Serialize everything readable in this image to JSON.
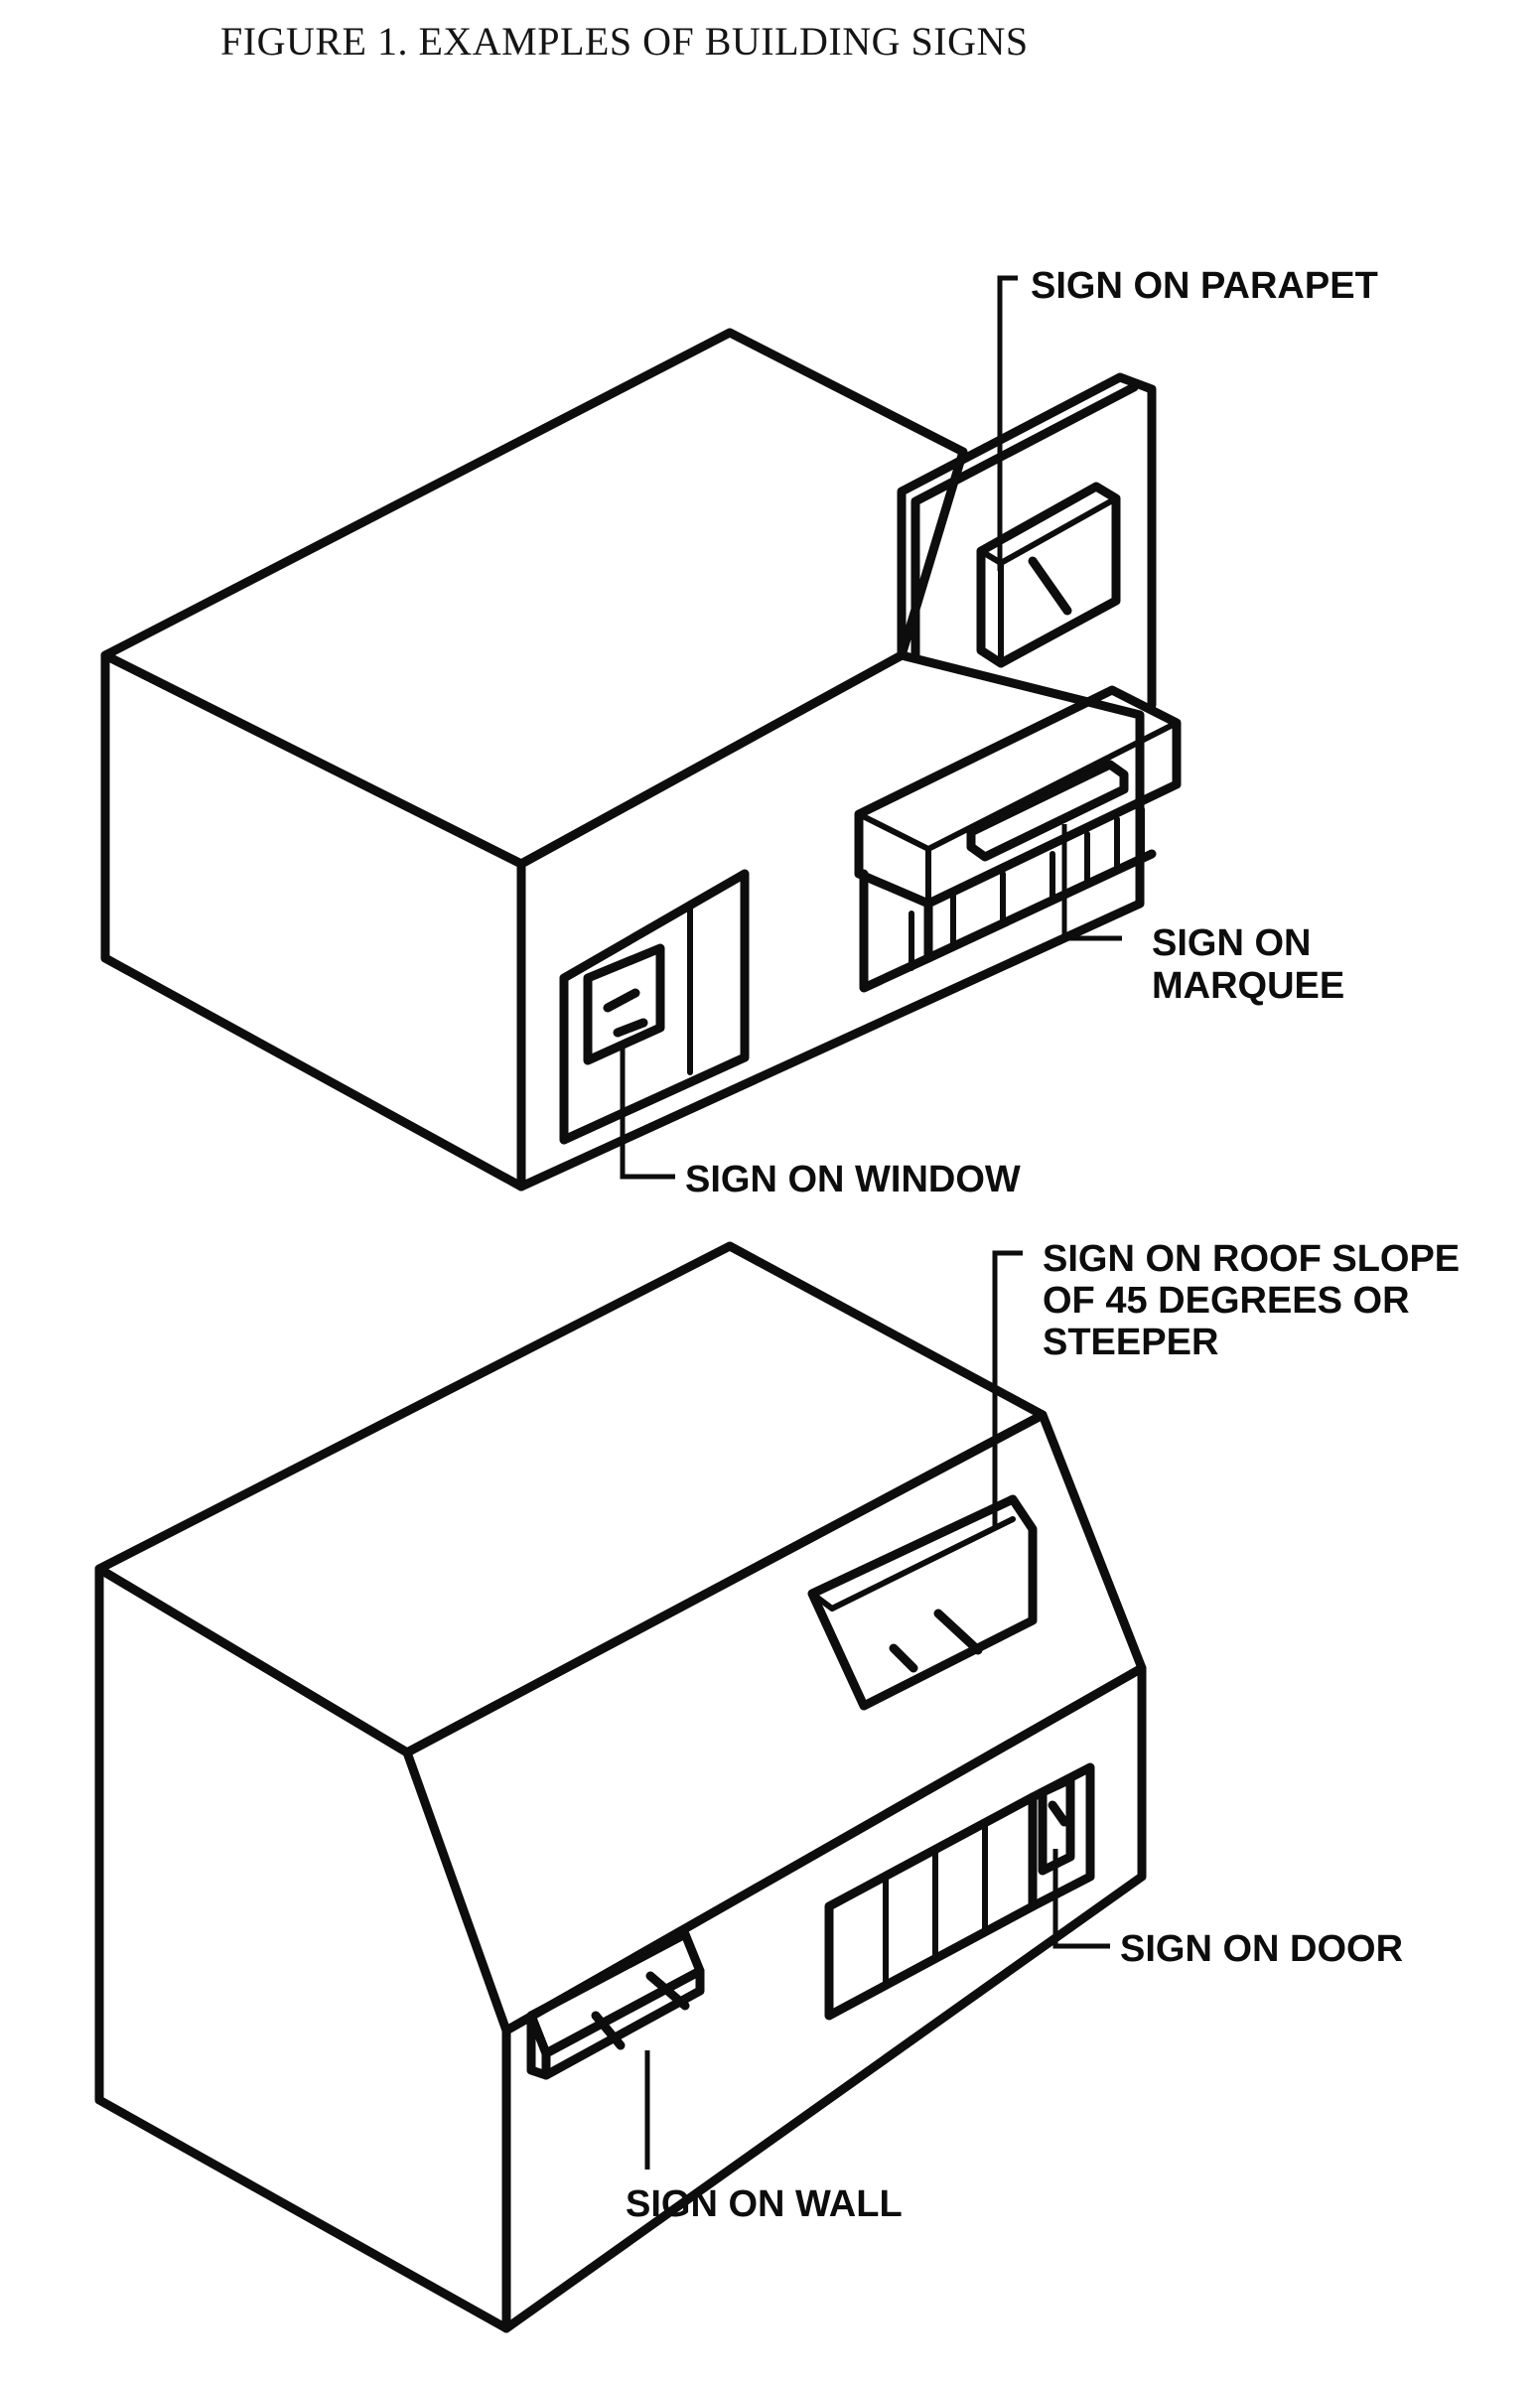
{
  "figure": {
    "title": "FIGURE 1. EXAMPLES OF BUILDING SIGNS"
  },
  "labels": {
    "parapet": "SIGN ON PARAPET",
    "marquee_line1": "SIGN ON",
    "marquee_line2": "MARQUEE",
    "window": "SIGN ON WINDOW",
    "roof_line1": "SIGN ON ROOF SLOPE",
    "roof_line2": "OF 45 DEGREES OR",
    "roof_line3": "STEEPER",
    "door": "SIGN ON DOOR",
    "wall": "SIGN ON WALL"
  }
}
